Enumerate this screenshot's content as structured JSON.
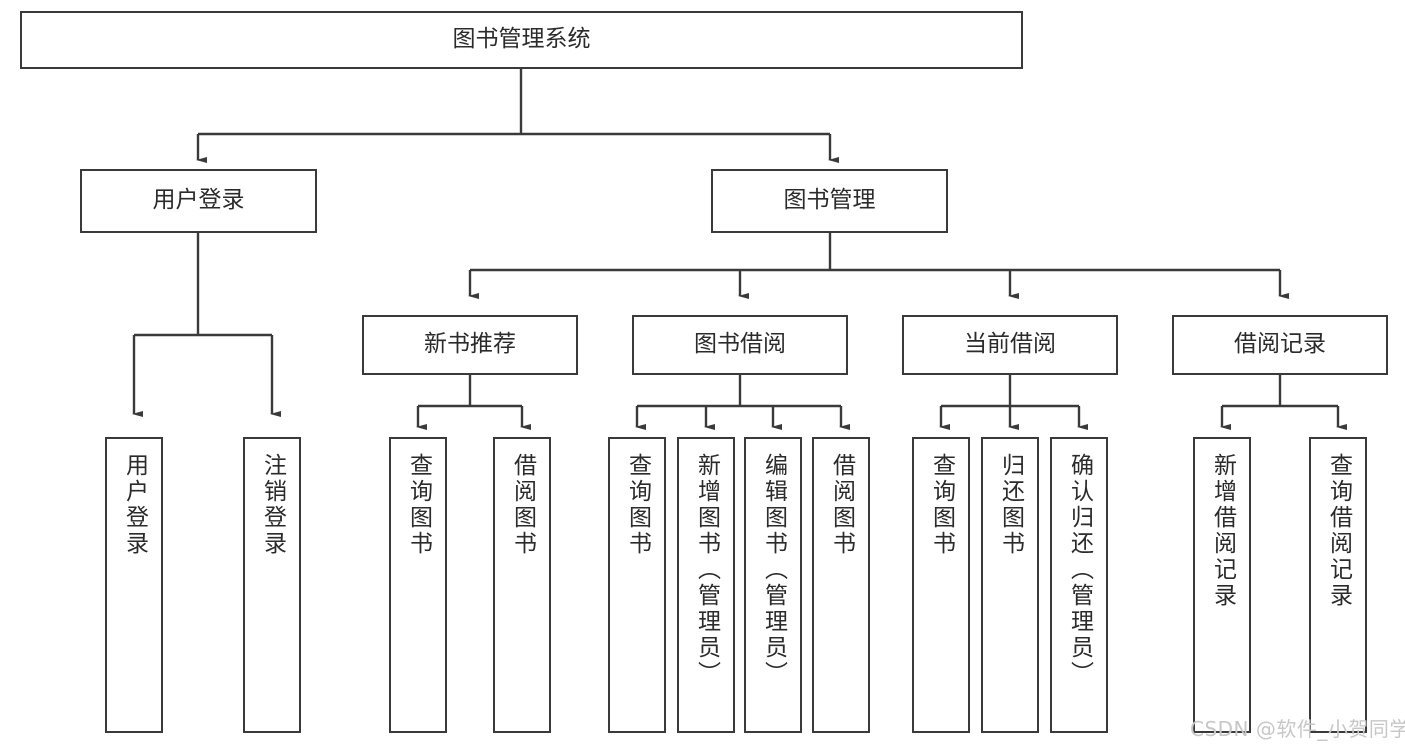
{
  "diagram": {
    "type": "tree-hierarchy",
    "title": "图书管理系统",
    "orientation": "top-down",
    "colors": {
      "node_border": "#3a3a3a",
      "node_fill": "#ffffff",
      "edge": "#3a3a3a",
      "text": "#2b2b2b",
      "watermark": "#c7c7c7",
      "background": "#ffffff"
    }
  },
  "nodes": {
    "root": {
      "label": "图书管理系统"
    },
    "level2": [
      {
        "id": "user-login",
        "label": "用户登录"
      },
      {
        "id": "book-manage",
        "label": "图书管理"
      }
    ],
    "level3": [
      {
        "id": "new-book-recommend",
        "label": "新书推荐"
      },
      {
        "id": "book-borrow",
        "label": "图书借阅"
      },
      {
        "id": "current-borrow",
        "label": "当前借阅"
      },
      {
        "id": "borrow-record",
        "label": "借阅记录"
      }
    ],
    "leaves": {
      "user-login": [
        {
          "id": "leaf-user-login",
          "label": "用户登录"
        },
        {
          "id": "leaf-logout-login",
          "label": "注销登录"
        }
      ],
      "new-book-recommend": [
        {
          "id": "leaf-query-book-1",
          "label": "查询图书"
        },
        {
          "id": "leaf-borrow-book-1",
          "label": "借阅图书"
        }
      ],
      "book-borrow": [
        {
          "id": "leaf-query-book-2",
          "label": "查询图书"
        },
        {
          "id": "leaf-add-book",
          "label": "新增图书（管理员）"
        },
        {
          "id": "leaf-edit-book",
          "label": "编辑图书（管理员）"
        },
        {
          "id": "leaf-borrow-book-2",
          "label": "借阅图书"
        }
      ],
      "current-borrow": [
        {
          "id": "leaf-query-book-3",
          "label": "查询图书"
        },
        {
          "id": "leaf-return-book",
          "label": "归还图书"
        },
        {
          "id": "leaf-confirm-return",
          "label": "确认归还（管理员）"
        }
      ],
      "borrow-record": [
        {
          "id": "leaf-add-record",
          "label": "新增借阅记录"
        },
        {
          "id": "leaf-query-record",
          "label": "查询借阅记录"
        }
      ]
    }
  },
  "watermark": {
    "text": "CSDN @软件_小贺同学"
  }
}
